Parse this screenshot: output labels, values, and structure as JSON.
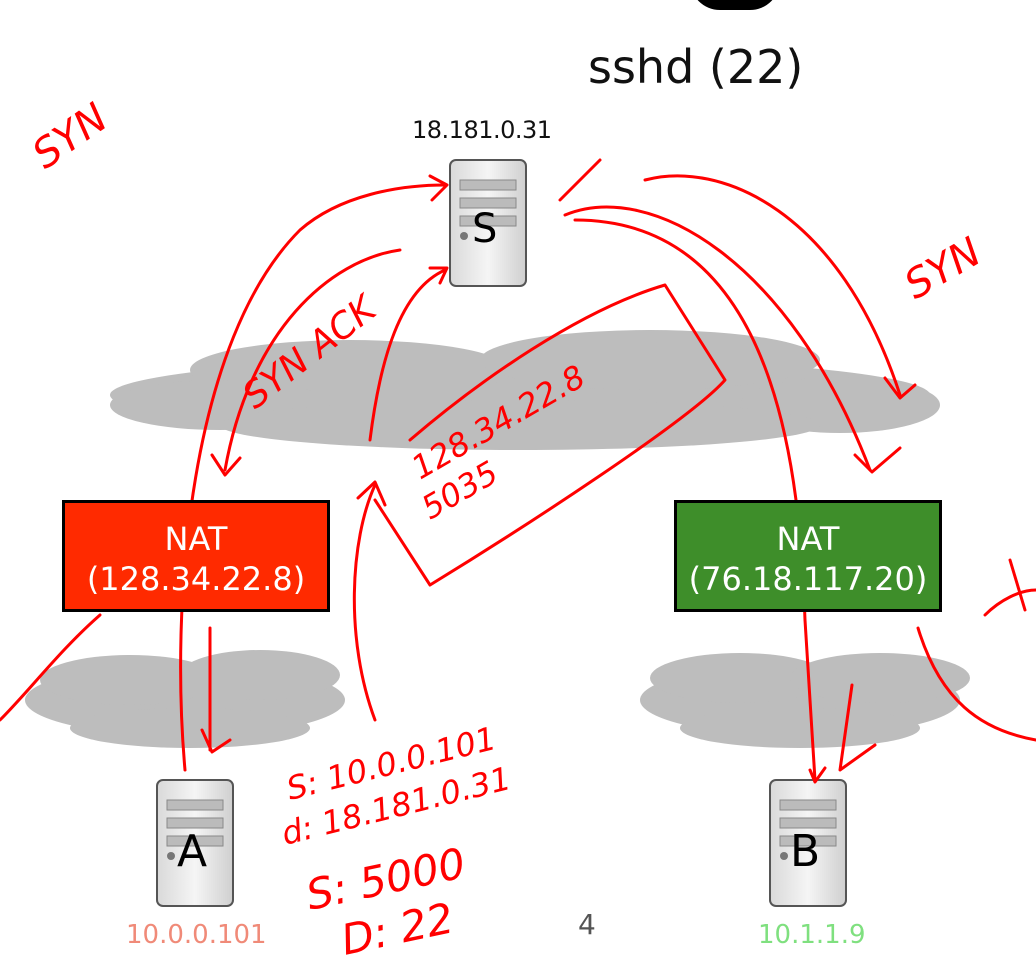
{
  "service": "sshd (22)",
  "server": {
    "letter": "S",
    "ip": "18.181.0.31"
  },
  "nat_a": {
    "title": "NAT",
    "ip": "(128.34.22.8)",
    "color": "#ff2a00"
  },
  "nat_b": {
    "title": "NAT",
    "ip": "(76.18.117.20)",
    "color": "#3e8e2a"
  },
  "host_a": {
    "letter": "A",
    "ip": "10.0.0.101",
    "ip_color": "#f08a78"
  },
  "host_b": {
    "letter": "B",
    "ip": "10.1.1.9",
    "ip_color": "#7fe07f"
  },
  "page_number": "4",
  "annotations": {
    "syn_left": "SYN",
    "syn_right": "SYN",
    "syn_ack": "SYN ACK",
    "box_line1": "128.34.22.8",
    "box_line2": "5035",
    "src": "S: 10.0.0.101",
    "dst": "d: 18.181.0.31",
    "sport": "S: 5000",
    "dport": "D: 22"
  },
  "annotation_color": "#ff0000"
}
